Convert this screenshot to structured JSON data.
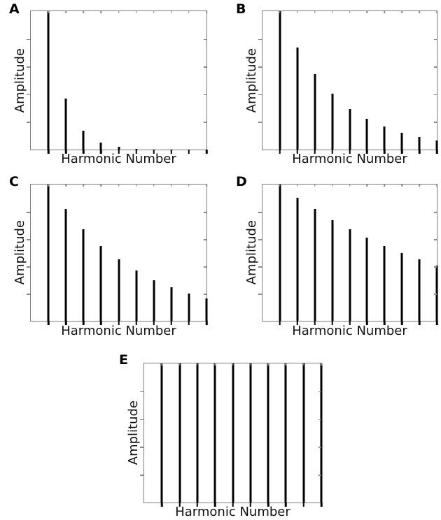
{
  "figure": {
    "background_color": "#ffffff",
    "stem_color": "#000000",
    "axis_color": "#7d7d7d",
    "text_color": "#111111"
  },
  "chart_data": [
    {
      "type": "bar",
      "style": "stem",
      "panel_label": "A",
      "xlabel": "Harmonic Number",
      "ylabel": "Amplitude",
      "categories": [
        1,
        2,
        3,
        4,
        5,
        6,
        7,
        8,
        9,
        10
      ],
      "values": [
        1.0,
        0.37,
        0.135,
        0.05,
        0.018,
        0.007,
        0.0025,
        0.001,
        0.0004,
        0.0001
      ],
      "xlim": [
        0,
        10
      ],
      "ylim": [
        0,
        1
      ],
      "grid": false,
      "tick_labels_shown": false
    },
    {
      "type": "bar",
      "style": "stem",
      "panel_label": "B",
      "xlabel": "Harmonic Number",
      "ylabel": "Amplitude",
      "categories": [
        1,
        2,
        3,
        4,
        5,
        6,
        7,
        8,
        9,
        10
      ],
      "values": [
        1.0,
        0.735,
        0.545,
        0.405,
        0.295,
        0.22,
        0.165,
        0.12,
        0.09,
        0.065
      ],
      "xlim": [
        0,
        10
      ],
      "ylim": [
        0,
        1
      ],
      "grid": false,
      "tick_labels_shown": false
    },
    {
      "type": "bar",
      "style": "stem",
      "panel_label": "C",
      "xlabel": "Harmonic Number",
      "ylabel": "Amplitude",
      "categories": [
        1,
        2,
        3,
        4,
        5,
        6,
        7,
        8,
        9,
        10
      ],
      "values": [
        1.0,
        0.82,
        0.67,
        0.55,
        0.45,
        0.37,
        0.3,
        0.245,
        0.2,
        0.165
      ],
      "xlim": [
        0,
        10
      ],
      "ylim": [
        0,
        1
      ],
      "grid": false,
      "tick_labels_shown": false
    },
    {
      "type": "bar",
      "style": "stem",
      "panel_label": "D",
      "xlabel": "Harmonic Number",
      "ylabel": "Amplitude",
      "categories": [
        1,
        2,
        3,
        4,
        5,
        6,
        7,
        8,
        9,
        10
      ],
      "values": [
        1.0,
        0.905,
        0.82,
        0.74,
        0.67,
        0.61,
        0.55,
        0.5,
        0.45,
        0.405
      ],
      "xlim": [
        0,
        10
      ],
      "ylim": [
        0,
        1
      ],
      "grid": false,
      "tick_labels_shown": false
    },
    {
      "type": "bar",
      "style": "stem",
      "panel_label": "E",
      "xlabel": "Harmonic Number",
      "ylabel": "Amplitude",
      "categories": [
        1,
        2,
        3,
        4,
        5,
        6,
        7,
        8,
        9,
        10
      ],
      "values": [
        1.0,
        1.0,
        1.0,
        1.0,
        1.0,
        1.0,
        1.0,
        1.0,
        1.0,
        1.0
      ],
      "xlim": [
        0,
        10
      ],
      "ylim": [
        0,
        1
      ],
      "grid": false,
      "tick_labels_shown": false
    }
  ]
}
